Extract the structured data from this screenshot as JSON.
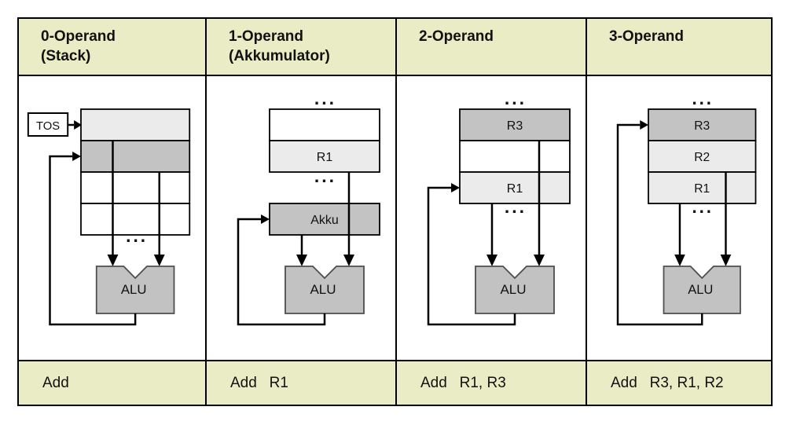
{
  "columns": [
    {
      "header": "0-Operand\n(Stack)",
      "instruction": "Add",
      "tos_label": "TOS",
      "alu_label": "ALU",
      "ellipsis_bottom": "..."
    },
    {
      "header": "1-Operand\n(Akkumulator)",
      "instruction": "Add   R1",
      "ellipsis_top": "...",
      "registers": [
        "",
        "R1"
      ],
      "ellipsis_middle": "...",
      "akku_label": "Akku",
      "alu_label": "ALU"
    },
    {
      "header": "2-Operand",
      "instruction": "Add   R1, R3",
      "ellipsis_top": "...",
      "registers": [
        "R3",
        "",
        "R1"
      ],
      "ellipsis_middle": "...",
      "alu_label": "ALU"
    },
    {
      "header": "3-Operand",
      "instruction": "Add   R3, R1, R2",
      "ellipsis_top": "...",
      "registers": [
        "R3",
        "R2",
        "R1"
      ],
      "ellipsis_middle": "...",
      "alu_label": "ALU"
    }
  ],
  "colors": {
    "band_background": "#eaecc5",
    "register_light": "#ebebeb",
    "register_dark": "#c3c3c3",
    "alu_fill": "#c2c2c2",
    "line_color": "#000000"
  }
}
